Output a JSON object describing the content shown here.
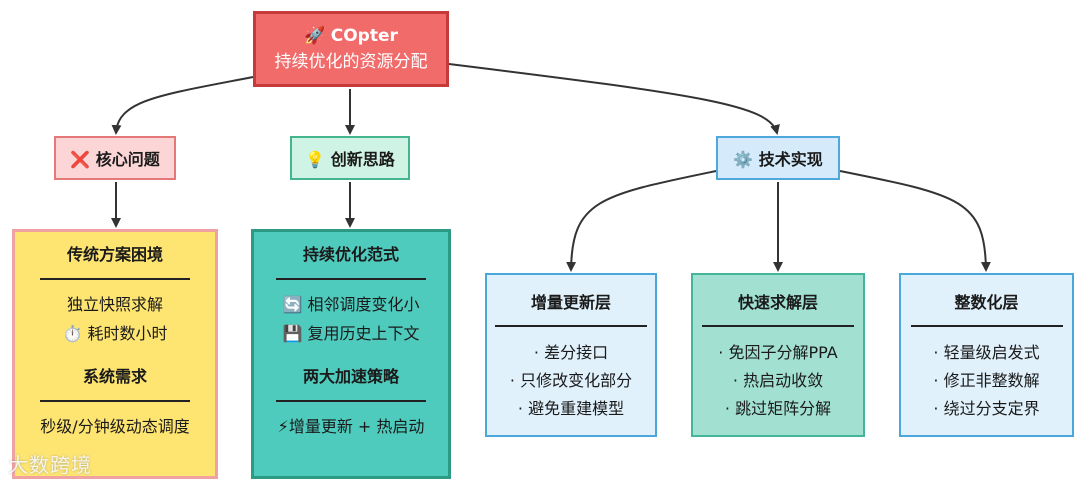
{
  "root": {
    "icon": "🚀",
    "line1": "COpter",
    "line2": "持续优化的资源分配"
  },
  "categories": {
    "problem": {
      "icon": "❌",
      "label": "核心问题"
    },
    "idea": {
      "icon": "💡",
      "label": "创新思路"
    },
    "tech": {
      "icon": "⚙️",
      "label": "技术实现"
    }
  },
  "traditional": {
    "title": "传统方案困境",
    "items": [
      "独立快照求解",
      "⏱️ 耗时数小时"
    ],
    "title2": "系统需求",
    "items2": [
      "秒级/分钟级动态调度"
    ]
  },
  "paradigm": {
    "title": "持续优化范式",
    "items": [
      "🔄 相邻调度变化小",
      "💾 复用历史上下文"
    ],
    "title2": "两大加速策略",
    "items2": [
      "⚡增量更新 + 热启动"
    ]
  },
  "layers": {
    "incremental": {
      "title": "增量更新层",
      "items": [
        "· 差分接口",
        "· 只修改变化部分",
        "· 避免重建模型"
      ]
    },
    "fast": {
      "title": "快速求解层",
      "items": [
        "· 免因子分解PPA",
        "· 热启动收敛",
        "· 跳过矩阵分解"
      ]
    },
    "integer": {
      "title": "整数化层",
      "items": [
        "· 轻量级启发式",
        "· 修正非整数解",
        "· 绕过分支定界"
      ]
    }
  },
  "watermark": "大数跨境",
  "colors": {
    "edge": "#333333",
    "root_fill": "#f26b6b",
    "accent_teal": "#4fcbbd",
    "accent_yellow": "#fee571"
  }
}
